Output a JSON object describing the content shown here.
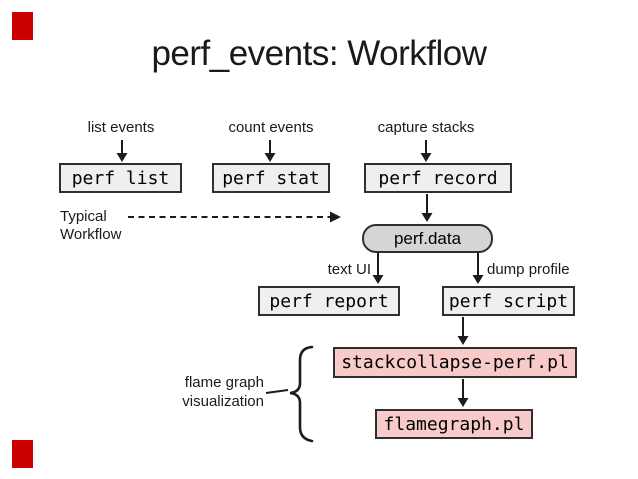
{
  "title": "perf_events: Workflow",
  "labels": {
    "list_events": "list events",
    "count_events": "count events",
    "capture_stacks": "capture stacks",
    "typical_line1": "Typical",
    "typical_line2": "Workflow",
    "text_ui": "text UI",
    "dump_profile": "dump profile",
    "flame_viz_line1": "flame graph",
    "flame_viz_line2": "visualization"
  },
  "nodes": {
    "perf_list": "perf list",
    "perf_stat": "perf stat",
    "perf_record": "perf record",
    "perf_data": "perf.data",
    "perf_report": "perf report",
    "perf_script": "perf script",
    "stackcollapse": "stackcollapse-perf.pl",
    "flamegraph": "flamegraph.pl"
  },
  "colors": {
    "command_box_fill": "#efefef",
    "data_file_fill": "#d5d5d5",
    "flamegraph_box_fill": "#f8caca",
    "box_border": "#2f2f2f",
    "corner_marker_red": "#cc0000",
    "text": "#1a1a1a"
  }
}
